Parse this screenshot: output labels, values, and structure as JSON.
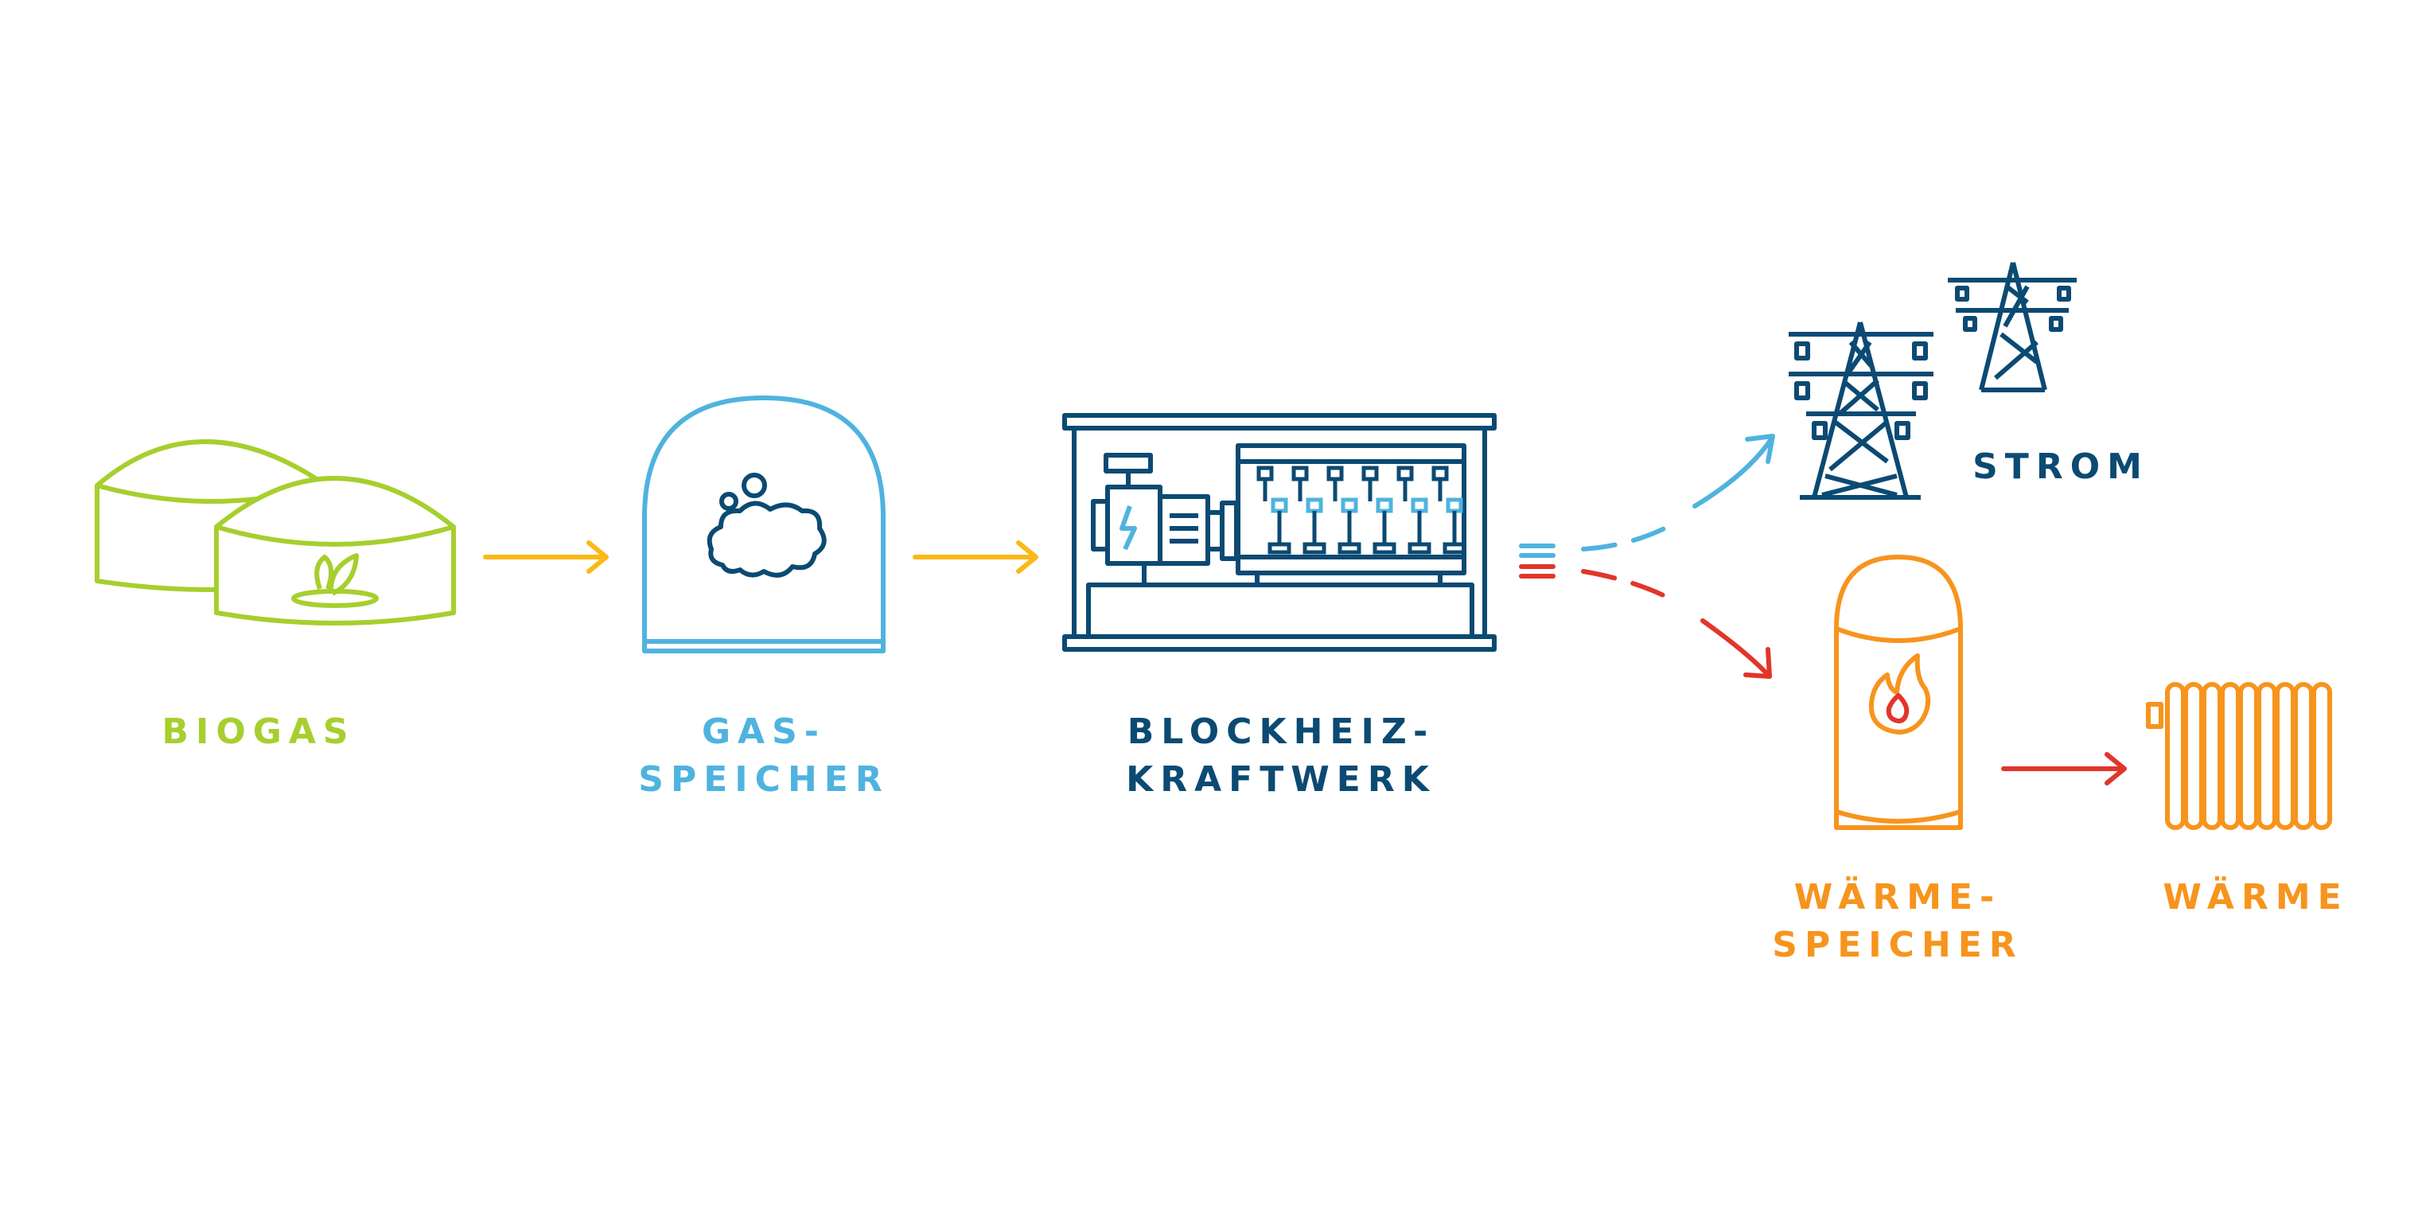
{
  "diagram": {
    "colors": {
      "green": "#a6cf2e",
      "lightblue": "#4fb3df",
      "navy": "#0b4a73",
      "orange": "#f7941d",
      "yellow": "#fbb817",
      "red": "#e2352b"
    },
    "nodes": {
      "biogas": {
        "label": "BIOGAS",
        "icon": "biogas-digester-icon"
      },
      "gasspeicher": {
        "line1": "GAS-",
        "line2": "SPEICHER",
        "icon": "gas-storage-dome-icon"
      },
      "bhkw": {
        "line1": "BLOCKHEIZ-",
        "line2": "KRAFTWERK",
        "icon": "combined-heat-power-plant-icon"
      },
      "strom": {
        "label": "STROM",
        "icon": "power-pylon-icon"
      },
      "waermespeicher": {
        "line1": "WÄRME-",
        "line2": "SPEICHER",
        "icon": "heat-storage-tank-icon"
      },
      "waerme": {
        "label": "WÄRME",
        "icon": "radiator-icon"
      }
    },
    "edges": [
      {
        "from": "biogas",
        "to": "gasspeicher",
        "style": "solid",
        "color": "yellow"
      },
      {
        "from": "gasspeicher",
        "to": "bhkw",
        "style": "solid",
        "color": "yellow"
      },
      {
        "from": "bhkw",
        "to": "strom",
        "style": "dashed",
        "color": "lightblue"
      },
      {
        "from": "bhkw",
        "to": "waermespeicher",
        "style": "dashed",
        "color": "red"
      },
      {
        "from": "waermespeicher",
        "to": "waerme",
        "style": "solid",
        "color": "red"
      }
    ]
  }
}
